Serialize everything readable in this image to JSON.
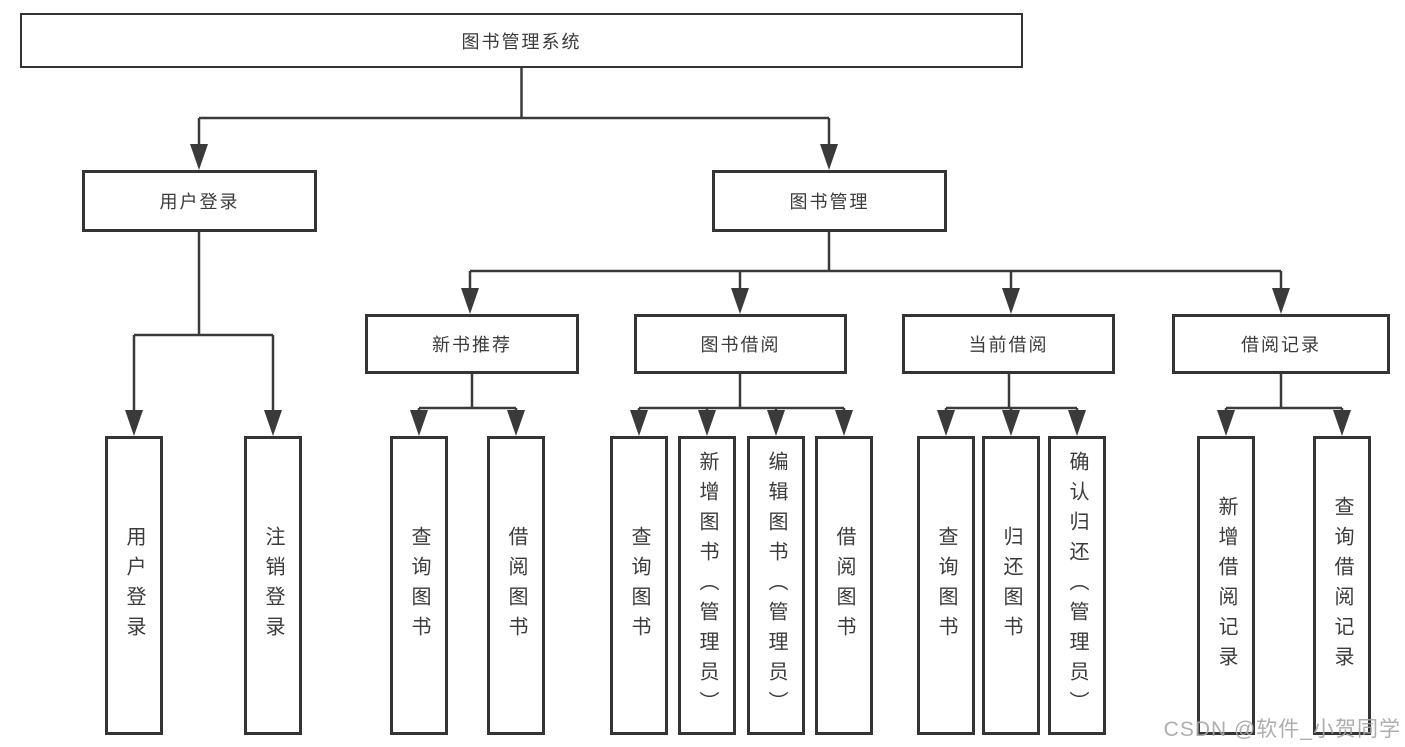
{
  "diagram": {
    "root": {
      "label": "图书管理系统"
    },
    "user_login": {
      "label": "用户登录",
      "children": [
        {
          "label": "用户登录"
        },
        {
          "label": "注销登录"
        }
      ]
    },
    "book_mgmt": {
      "label": "图书管理",
      "sections": [
        {
          "label": "新书推荐",
          "children": [
            {
              "label": "查询图书"
            },
            {
              "label": "借阅图书"
            }
          ]
        },
        {
          "label": "图书借阅",
          "children": [
            {
              "label": "查询图书"
            },
            {
              "label": "新增图书（管理员）"
            },
            {
              "label": "编辑图书（管理员）"
            },
            {
              "label": "借阅图书"
            }
          ]
        },
        {
          "label": "当前借阅",
          "children": [
            {
              "label": "查询图书"
            },
            {
              "label": "归还图书"
            },
            {
              "label": "确认归还（管理员）"
            }
          ]
        },
        {
          "label": "借阅记录",
          "children": [
            {
              "label": "新增借阅记录"
            },
            {
              "label": "查询借阅记录"
            }
          ]
        }
      ]
    },
    "colors": {
      "line": "#3a3a3a",
      "border": "#343434",
      "text": "#3b3b3b",
      "background": "#ffffff",
      "watermark": "#a7a7a7"
    }
  },
  "watermark": {
    "text": "CSDN @软件_小贺同学"
  }
}
